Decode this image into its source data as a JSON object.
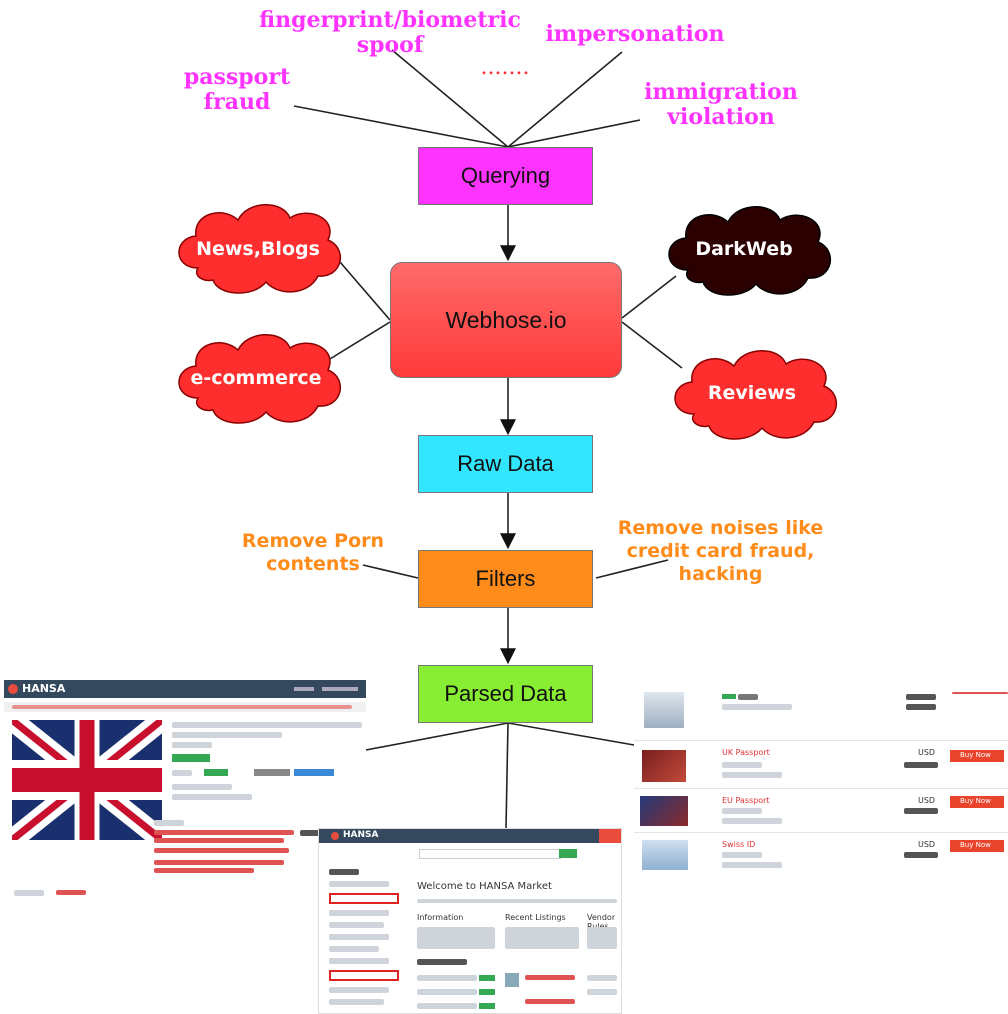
{
  "queries": {
    "fingerprint": "fingerprint/biometric\nspoof",
    "impersonation": "impersonation",
    "ellipsis": ".......",
    "passport": "passport\nfraud",
    "immigration": "immigration\nviolation"
  },
  "boxes": {
    "querying": "Querying",
    "webhose": "Webhose.io",
    "raw": "Raw Data",
    "filters": "Filters",
    "parsed": "Parsed Data"
  },
  "sources": {
    "news": "News,Blogs",
    "ecommerce": "e-commerce",
    "darkweb": "DarkWeb",
    "reviews": "Reviews"
  },
  "filters_notes": {
    "porn": "Remove Porn\ncontents",
    "noise": "Remove noises like\ncredit card fraud,\nhacking"
  },
  "screenshots": {
    "left_brand": "HANSA",
    "middle_brand": "HANSA",
    "middle_title": "Welcome to HANSA Market",
    "section1": "Information",
    "section2": "Recent Listings",
    "section3": "Vendor Rules",
    "listing1_title": "UK Passport",
    "listing2_title": "EU Passport",
    "listing3_title": "Swiss ID",
    "price_currency": "USD",
    "buy_button": "Buy Now"
  },
  "colors": {
    "querying": "#ff33ff",
    "webhose": "#ff4d4d",
    "raw": "#33e6ff",
    "filters": "#ff8c1a",
    "parsed": "#88ee33",
    "cloud_red": "#ff3333",
    "cloud_dark": "#2b0000",
    "query_text": "#ff33ff",
    "filter_text": "#ff8c1a"
  }
}
